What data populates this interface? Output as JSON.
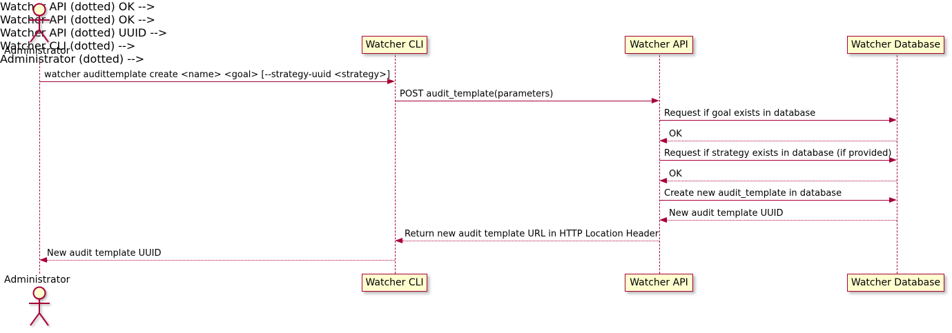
{
  "diagram_type": "sequence-diagram",
  "participants": {
    "administrator": {
      "label": "Administrator",
      "type": "actor"
    },
    "watcher_cli": {
      "label": "Watcher CLI",
      "type": "participant"
    },
    "watcher_api": {
      "label": "Watcher API",
      "type": "participant"
    },
    "watcher_database": {
      "label": "Watcher Database",
      "type": "participant"
    }
  },
  "messages": [
    {
      "from": "Administrator",
      "to": "Watcher CLI",
      "line": "solid",
      "text": "watcher audittemplate create <name> <goal> [--strategy-uuid <strategy>]"
    },
    {
      "from": "Watcher CLI",
      "to": "Watcher API",
      "line": "solid",
      "text": "POST audit_template(parameters)"
    },
    {
      "from": "Watcher API",
      "to": "Watcher Database",
      "line": "solid",
      "text": "Request if goal exists in database"
    },
    {
      "from": "Watcher Database",
      "to": "Watcher API",
      "line": "dotted",
      "text": "OK"
    },
    {
      "from": "Watcher API",
      "to": "Watcher Database",
      "line": "solid",
      "text": "Request if strategy exists in database (if provided)"
    },
    {
      "from": "Watcher Database",
      "to": "Watcher API",
      "line": "dotted",
      "text": "OK"
    },
    {
      "from": "Watcher API",
      "to": "Watcher Database",
      "line": "solid",
      "text": "Create new audit_template in database"
    },
    {
      "from": "Watcher Database",
      "to": "Watcher API",
      "line": "dotted",
      "text": "New audit template UUID"
    },
    {
      "from": "Watcher API",
      "to": "Watcher CLI",
      "line": "dotted",
      "text": "Return new audit template URL in HTTP Location Header"
    },
    {
      "from": "Watcher CLI",
      "to": "Administrator",
      "line": "dotted",
      "text": "New audit template UUID"
    }
  ],
  "colors": {
    "accent": "#A80036",
    "participant_fill": "#FEFECE",
    "text": "#000000",
    "background": "#FFFFFF"
  }
}
